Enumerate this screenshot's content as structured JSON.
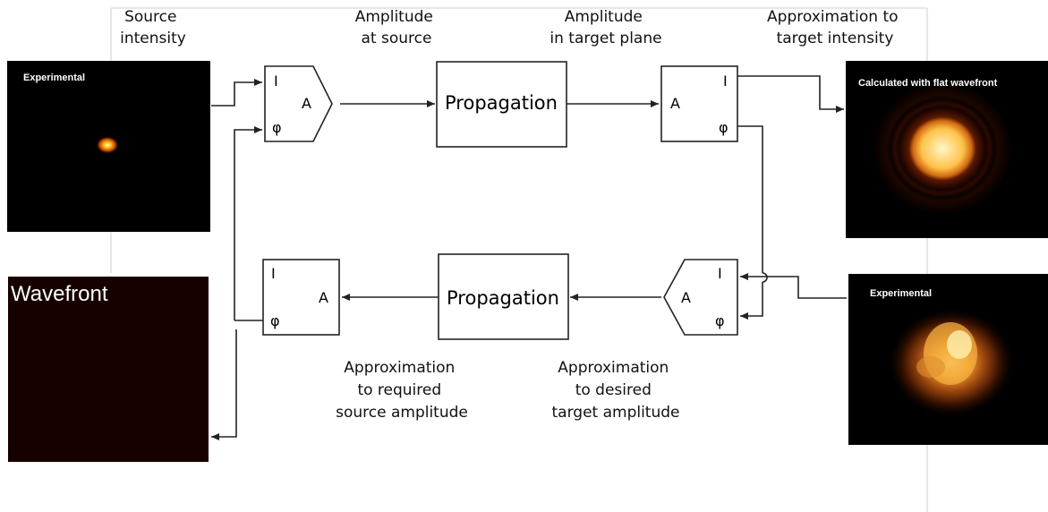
{
  "labels": {
    "source_intensity": [
      "Source",
      "intensity"
    ],
    "amplitude_at_source": [
      "Amplitude",
      "at source"
    ],
    "amplitude_target_plane": [
      "Amplitude",
      "in target plane"
    ],
    "approx_target_intensity": [
      "Approximation to",
      "target intensity"
    ],
    "approx_source_amplitude": [
      "Approximation",
      "to required",
      "source amplitude"
    ],
    "approx_target_amplitude": [
      "Approximation",
      "to desired",
      "target amplitude"
    ]
  },
  "boxes": {
    "propagation_top": "Propagation",
    "propagation_bottom": "Propagation"
  },
  "symbols": {
    "intensity": "I",
    "amplitude": "A",
    "phase": "φ"
  },
  "images": {
    "source_caption": "Experimental",
    "target_calc_caption": "Calculated with flat wavefront",
    "target_exp_caption": "Experimental",
    "wavefront_caption": "Wavefront"
  }
}
